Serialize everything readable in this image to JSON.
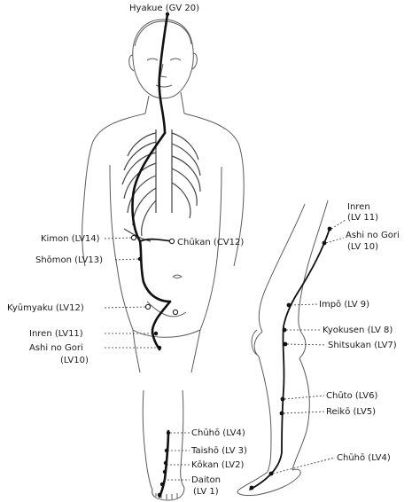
{
  "labels": {
    "hyakue": "Hyakue (GV 20)",
    "kimon": "Kimon (LV14)",
    "chukan": "Chūkan (CV12)",
    "shomon": "Shōmon (LV13)",
    "kyumyaku": "Kyūmyaku (LV12)",
    "inren_body": "Inren (LV11)",
    "ashinogori_body_1": "Ashi no Gori",
    "ashinogori_body_2": "(LV10)",
    "chuho_body": "Chūhō (LV4)",
    "taisho": "Taishō (LV 3)",
    "kokan": "Kōkan (LV2)",
    "daiton_1": "Daiton",
    "daiton_2": "(LV 1)",
    "inren_leg_1": "Inren",
    "inren_leg_2": "(LV 11)",
    "ashinogori_leg_1": "Ashi no Gori",
    "ashinogori_leg_2": "(LV 10)",
    "impo": "Impō (LV 9)",
    "kyokusen": "Kyokusen (LV 8)",
    "shitsukan": "Shitsukan (LV7)",
    "chuto": "Chūto (LV6)",
    "reiko": "Reikō (LV5)",
    "chuho_leg": "Chūhō (LV4)"
  }
}
